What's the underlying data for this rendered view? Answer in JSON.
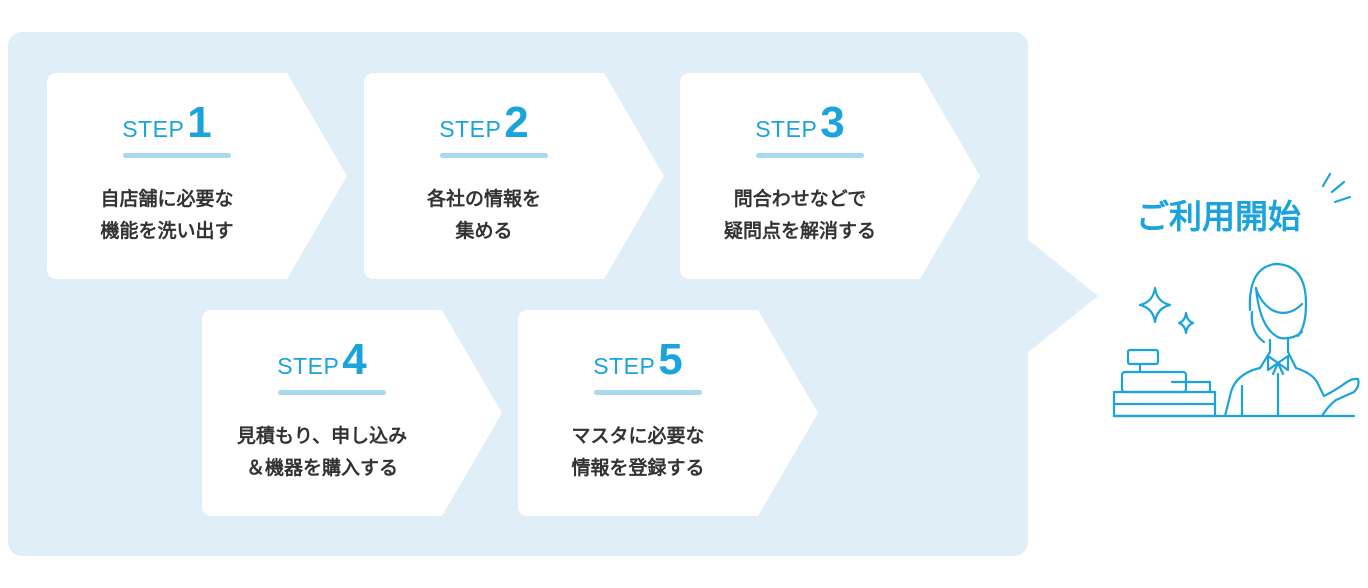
{
  "steps": [
    {
      "step_label": "STEP",
      "number": "1",
      "line1": "自店舗に必要な",
      "line2": "機能を洗い出す"
    },
    {
      "step_label": "STEP",
      "number": "2",
      "line1": "各社の情報を",
      "line2": "集める"
    },
    {
      "step_label": "STEP",
      "number": "3",
      "line1": "問合わせなどで",
      "line2": "疑問点を解消する"
    },
    {
      "step_label": "STEP",
      "number": "4",
      "line1": "見積もり、申し込み",
      "line2": "＆機器を購入する"
    },
    {
      "step_label": "STEP",
      "number": "5",
      "line1": "マスタに必要な",
      "line2": "情報を登録する"
    }
  ],
  "result": {
    "label": "ご利用開始",
    "icon": "cashier-woman-illustration"
  },
  "colors": {
    "accent": "#1aa3dc",
    "panel": "#e0eef8",
    "text": "#333333"
  }
}
